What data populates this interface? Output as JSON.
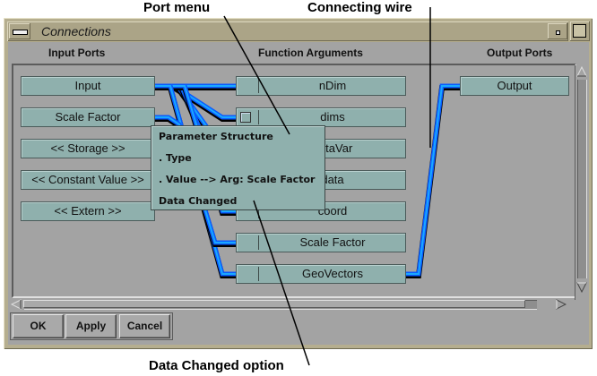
{
  "annotations": {
    "port_menu": "Port menu",
    "connecting_wire": "Connecting wire",
    "data_changed_option": "Data Changed option"
  },
  "window": {
    "title": "Connections",
    "menu_icon": "window-menu-icon",
    "minimize_icon": "minimize-icon",
    "maximize_icon": "maximize-icon"
  },
  "columns": {
    "input": "Input Ports",
    "function": "Function Arguments",
    "output": "Output Ports"
  },
  "input_ports": [
    {
      "label": "Input"
    },
    {
      "label": "Scale Factor"
    },
    {
      "label": "<< Storage >>"
    },
    {
      "label": "<< Constant Value >>"
    },
    {
      "label": "<< Extern >>"
    }
  ],
  "function_arguments": [
    {
      "label": "nDim",
      "has_checkbox": false
    },
    {
      "label": "dims",
      "has_checkbox": true
    },
    {
      "label": "dataVar",
      "has_checkbox": false
    },
    {
      "label": "data",
      "has_checkbox": false
    },
    {
      "label": "coord",
      "has_checkbox": false
    },
    {
      "label": "Scale Factor",
      "has_checkbox": false
    },
    {
      "label": "GeoVectors",
      "has_checkbox": false
    }
  ],
  "output_ports": [
    {
      "label": "Output"
    }
  ],
  "connections": [
    {
      "from": "Input",
      "to": "nDim"
    },
    {
      "from": "Input",
      "to": "dims"
    },
    {
      "from": "Input",
      "to": "dataVar"
    },
    {
      "from": "Input",
      "to": "data"
    },
    {
      "from": "Input",
      "to": "coord"
    },
    {
      "from": "Input",
      "to": "GeoVectors"
    },
    {
      "from": "Scale Factor",
      "to": "Scale Factor"
    },
    {
      "from": "GeoVectors",
      "to": "Output"
    }
  ],
  "port_menu": {
    "items": [
      "Parameter Structure",
      ". Type",
      ". Value --> Arg: Scale Factor",
      "Data Changed"
    ]
  },
  "buttons": {
    "ok": "OK",
    "apply": "Apply",
    "cancel": "Cancel"
  },
  "colors": {
    "wire": "#0a5cff",
    "wire_highlight": "#19a8ff",
    "port_fill": "#8fb0ad",
    "background": "#a3a3a3",
    "frame": "#b5ae8f"
  }
}
